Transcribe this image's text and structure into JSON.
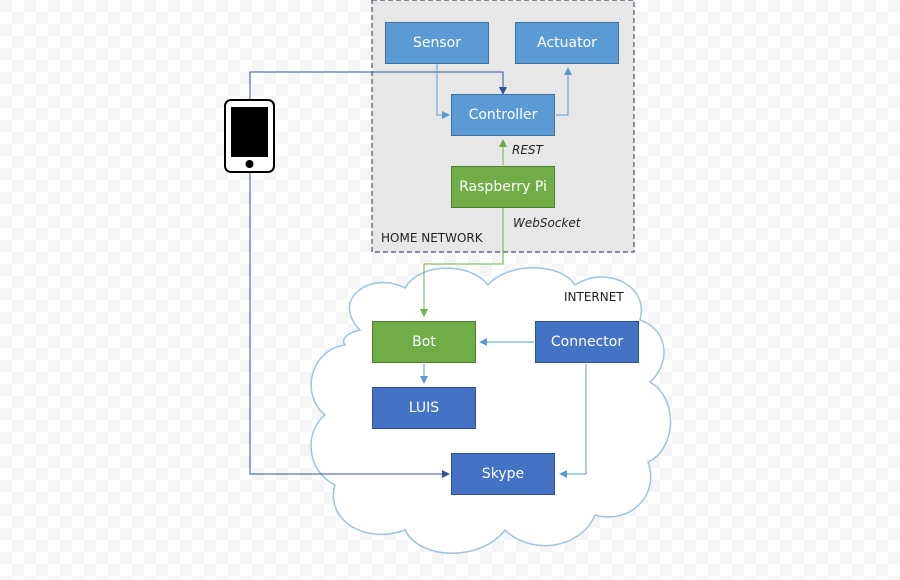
{
  "colors": {
    "light_blue": "#5b9bd5",
    "dark_blue": "#4472c4",
    "green": "#70ad47",
    "home_network_bg": "#e7e7e7",
    "home_network_border": "#44546a",
    "cloud_border": "#9dc3e6",
    "line_blue": "#2f5597",
    "line_light": "#5b9bd5",
    "line_green": "#70ad47"
  },
  "diagram": {
    "home_network": {
      "label": "HOME NETWORK"
    },
    "internet": {
      "label": "INTERNET"
    },
    "nodes": {
      "sensor": "Sensor",
      "actuator": "Actuator",
      "controller": "Controller",
      "raspberry_pi": "Raspberry Pi",
      "bot": "Bot",
      "connector": "Connector",
      "luis": "LUIS",
      "skype": "Skype"
    },
    "edge_labels": {
      "rest": "REST",
      "websocket": "WebSocket"
    },
    "icons": {
      "phone": "smartphone-icon"
    }
  }
}
